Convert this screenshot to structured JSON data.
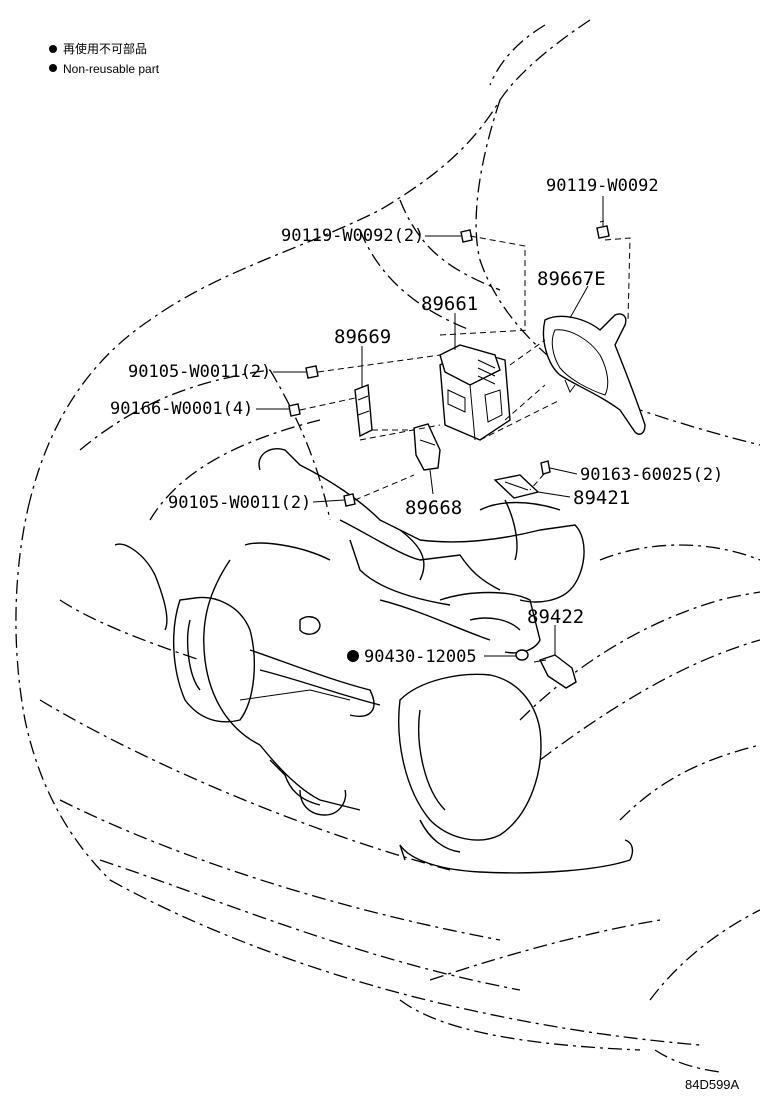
{
  "legend": {
    "non_reusable_jp": "再使用不可部品",
    "non_reusable_en": "Non-reusable part"
  },
  "parts": {
    "p1": "90119-W0092",
    "p2": "90119-W0092(2)",
    "p3": "89667E",
    "p4": "89661",
    "p5": "89669",
    "p6": "90105-W0011(2)",
    "p7": "90166-W0001(4)",
    "p8": "90163-60025(2)",
    "p9": "90105-W0011(2)",
    "p10": "89668",
    "p11": "89421",
    "p12": "89422",
    "p13": "90430-12005"
  },
  "diagram_code": "84D599A"
}
